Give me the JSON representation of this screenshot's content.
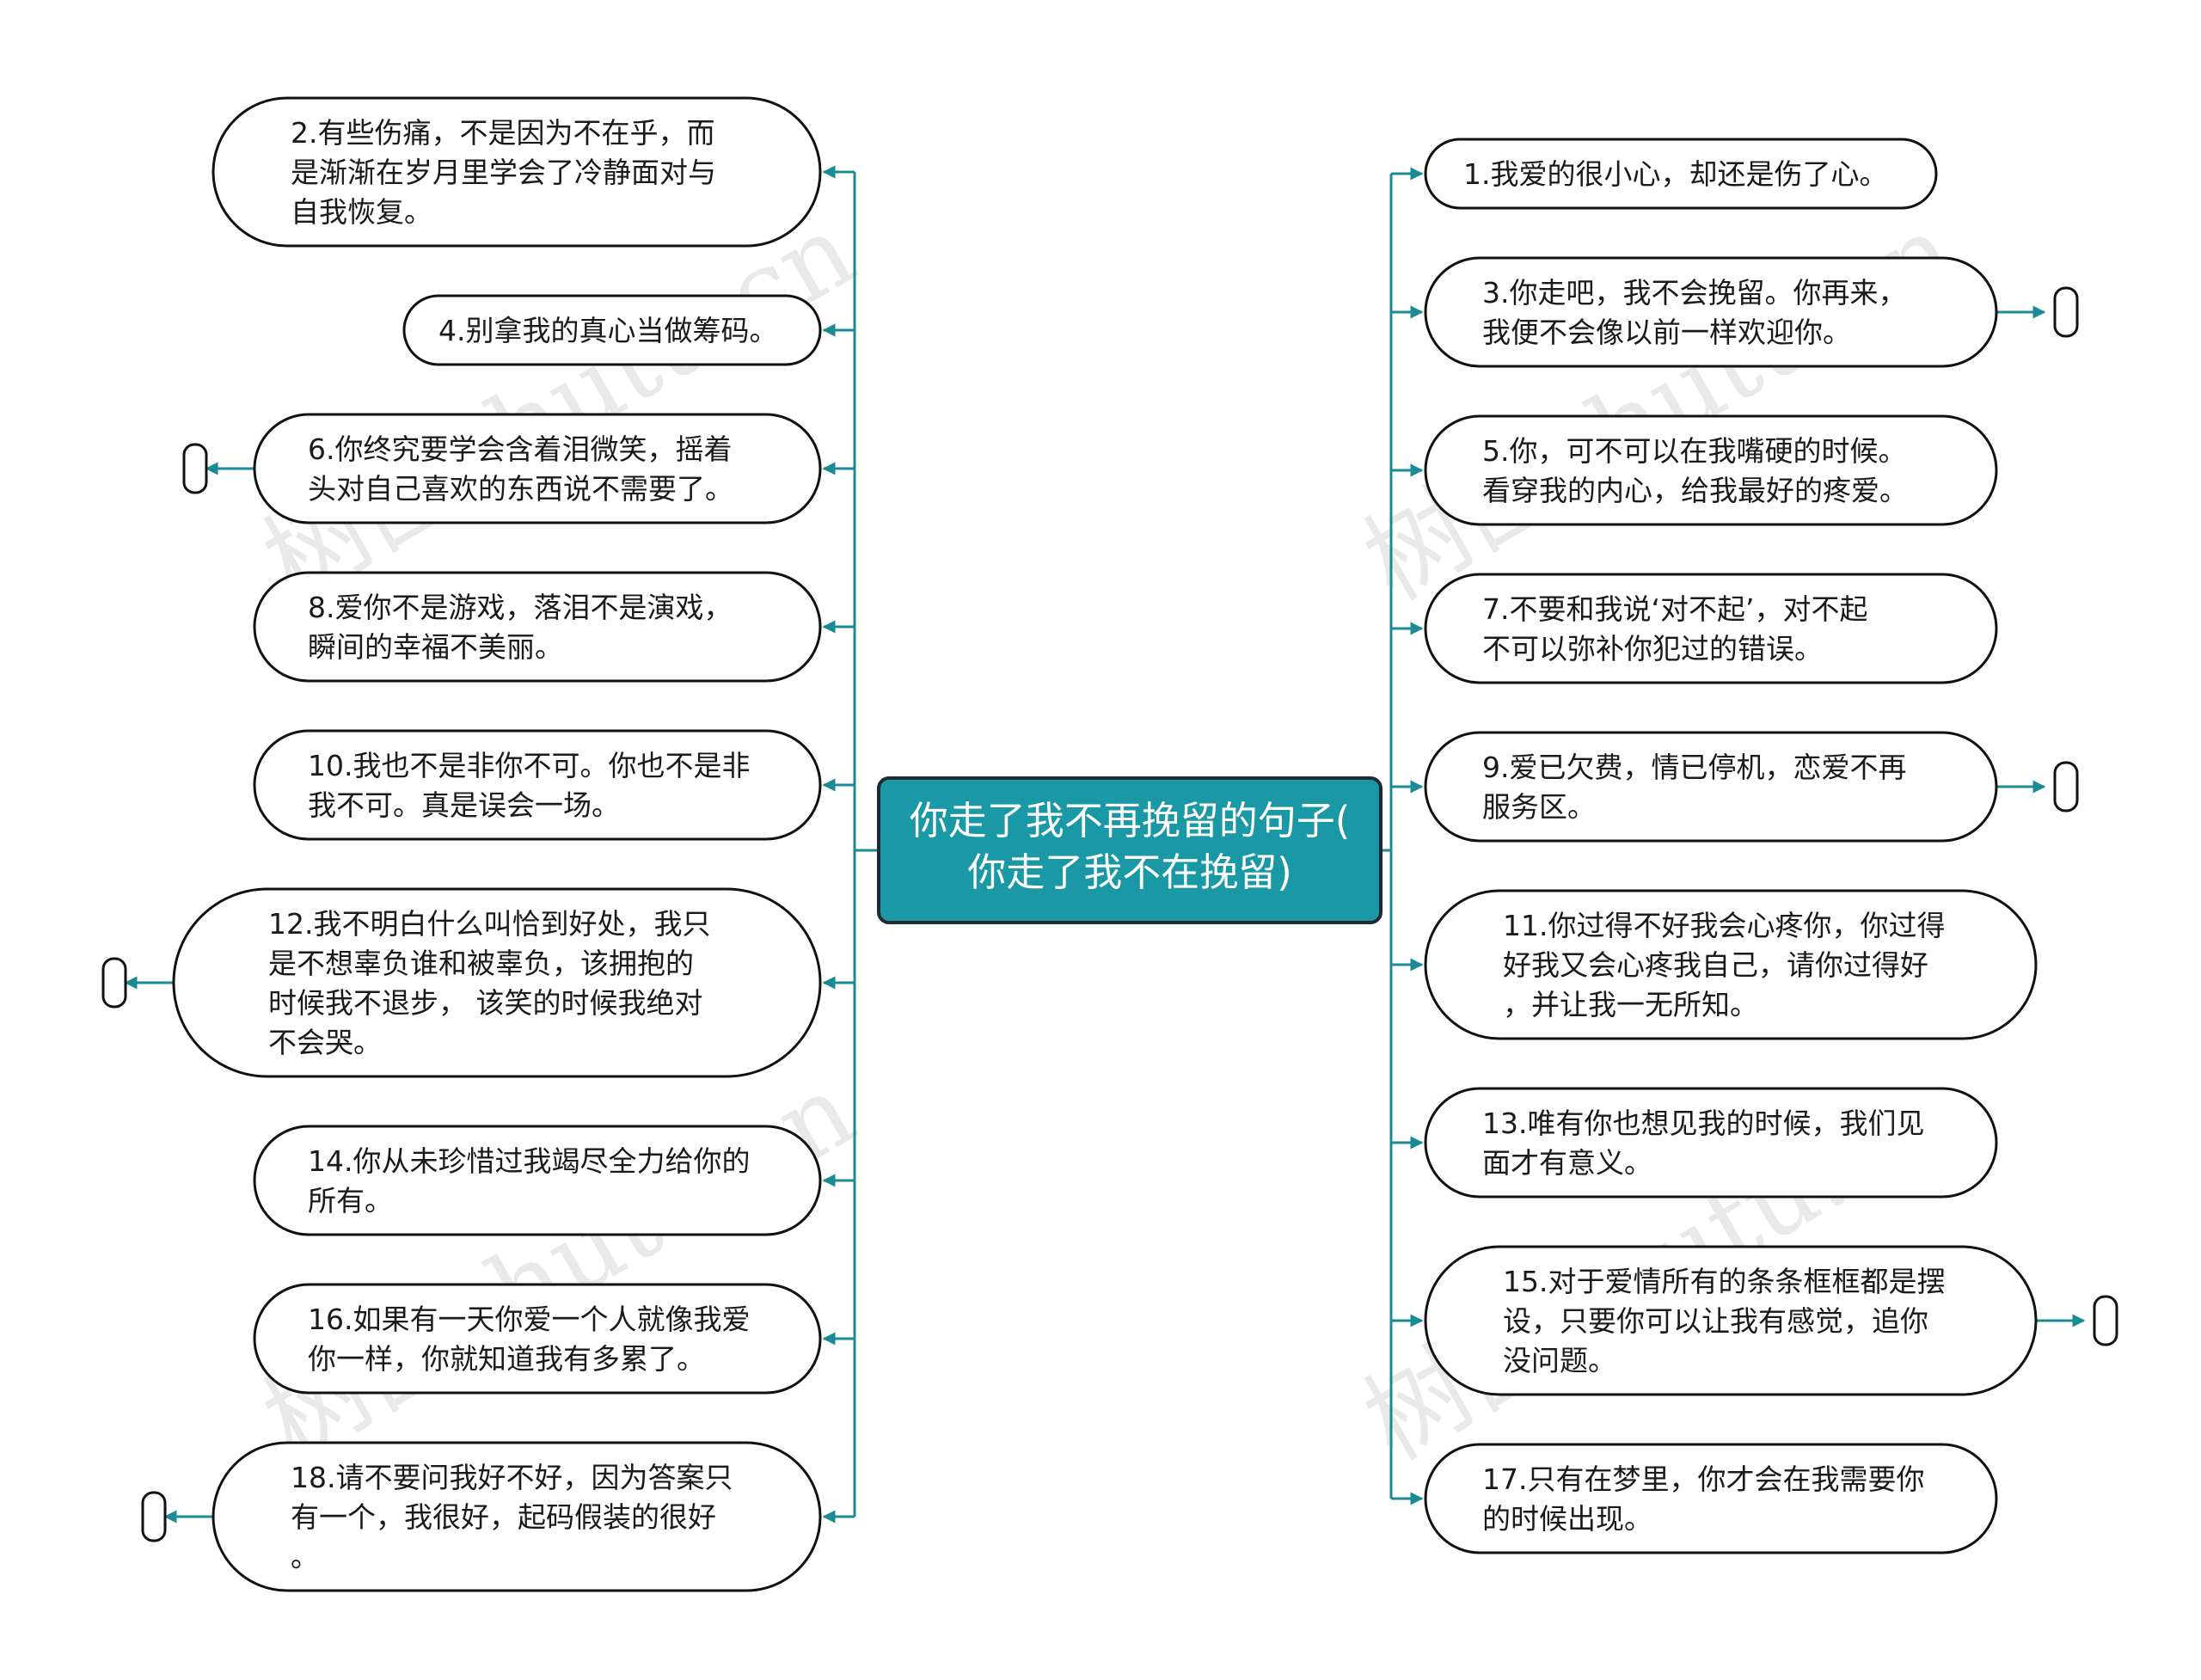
{
  "root": {
    "lines": [
      "你走了我不再挽留的句子(",
      "你走了我不在挽留)"
    ],
    "fill": "#1a98a6",
    "border": "#1f2a33"
  },
  "colors": {
    "connector": "#1a8b95",
    "node_border": "#111111",
    "node_fill": "#ffffff"
  },
  "watermark": "树图shutu.cn",
  "left_nodes": [
    {
      "id": 2,
      "lines": [
        "2.有些伤痛，不是因为不在乎，而",
        "是渐渐在岁月里学会了冷静面对与",
        "自我恢复。"
      ],
      "collapsed": false
    },
    {
      "id": 4,
      "lines": [
        "4.别拿我的真心当做筹码。"
      ],
      "collapsed": false
    },
    {
      "id": 6,
      "lines": [
        "6.你终究要学会含着泪微笑，摇着",
        "头对自己喜欢的东西说不需要了。"
      ],
      "collapsed": true
    },
    {
      "id": 8,
      "lines": [
        "8.爱你不是游戏，落泪不是演戏，",
        "瞬间的幸福不美丽。"
      ],
      "collapsed": false
    },
    {
      "id": 10,
      "lines": [
        "10.我也不是非你不可。你也不是非",
        "我不可。真是误会一场。"
      ],
      "collapsed": false
    },
    {
      "id": 12,
      "lines": [
        "12.我不明白什么叫恰到好处，我只",
        "是不想辜负谁和被辜负，该拥抱的",
        "时候我不退步， 该笑的时候我绝对",
        "不会哭。"
      ],
      "collapsed": true
    },
    {
      "id": 14,
      "lines": [
        "14.你从未珍惜过我竭尽全力给你的",
        "所有。"
      ],
      "collapsed": false
    },
    {
      "id": 16,
      "lines": [
        "16.如果有一天你爱一个人就像我爱",
        "你一样，你就知道我有多累了。"
      ],
      "collapsed": false
    },
    {
      "id": 18,
      "lines": [
        "18.请不要问我好不好，因为答案只",
        "有一个，我很好，起码假装的很好",
        "。"
      ],
      "collapsed": true
    }
  ],
  "right_nodes": [
    {
      "id": 1,
      "lines": [
        "1.我爱的很小心，却还是伤了心。"
      ],
      "collapsed": false
    },
    {
      "id": 3,
      "lines": [
        "3.你走吧，我不会挽留。你再来，",
        "我便不会像以前一样欢迎你。"
      ],
      "collapsed": true
    },
    {
      "id": 5,
      "lines": [
        "5.你，可不可以在我嘴硬的时候。",
        "看穿我的内心，给我最好的疼爱。"
      ],
      "collapsed": false
    },
    {
      "id": 7,
      "lines": [
        "7.不要和我说‘对不起’，对不起",
        "不可以弥补你犯过的错误。"
      ],
      "collapsed": false
    },
    {
      "id": 9,
      "lines": [
        "9.爱已欠费，情已停机，恋爱不再",
        "服务区。"
      ],
      "collapsed": true
    },
    {
      "id": 11,
      "lines": [
        "11.你过得不好我会心疼你，你过得",
        "好我又会心疼我自己，请你过得好",
        "，并让我一无所知。"
      ],
      "collapsed": false
    },
    {
      "id": 13,
      "lines": [
        "13.唯有你也想见我的时候，我们见",
        "面才有意义。"
      ],
      "collapsed": false
    },
    {
      "id": 15,
      "lines": [
        "15.对于爱情所有的条条框框都是摆",
        "设，只要你可以让我有感觉，追你",
        "没问题。"
      ],
      "collapsed": true
    },
    {
      "id": 17,
      "lines": [
        "17.只有在梦里，你才会在我需要你",
        "的时候出现。"
      ],
      "collapsed": false
    }
  ]
}
